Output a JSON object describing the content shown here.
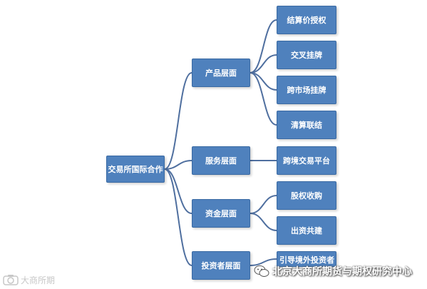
{
  "colors": {
    "box_fill": "#4f81bd",
    "box_text": "#ffffff",
    "connector": "#4f6f9f"
  },
  "diagram": {
    "root": {
      "label": "交易所国际合作"
    },
    "branches": [
      {
        "label": "产品层面",
        "children": [
          "结算价授权",
          "交叉挂牌",
          "跨市场挂牌",
          "清算联结"
        ]
      },
      {
        "label": "服务层面",
        "children": [
          "跨境交易平台"
        ]
      },
      {
        "label": "资金层面",
        "children": [
          "股权收购",
          "出资共建"
        ]
      },
      {
        "label": "投资者层面",
        "children": [
          "引导境外投资者"
        ]
      }
    ]
  },
  "watermarks": {
    "left": {
      "icon": "camera-icon",
      "text": "大商所期"
    },
    "right": {
      "icon": "wechat-icon",
      "text": "北京大商所期货与期权研究中心"
    }
  }
}
